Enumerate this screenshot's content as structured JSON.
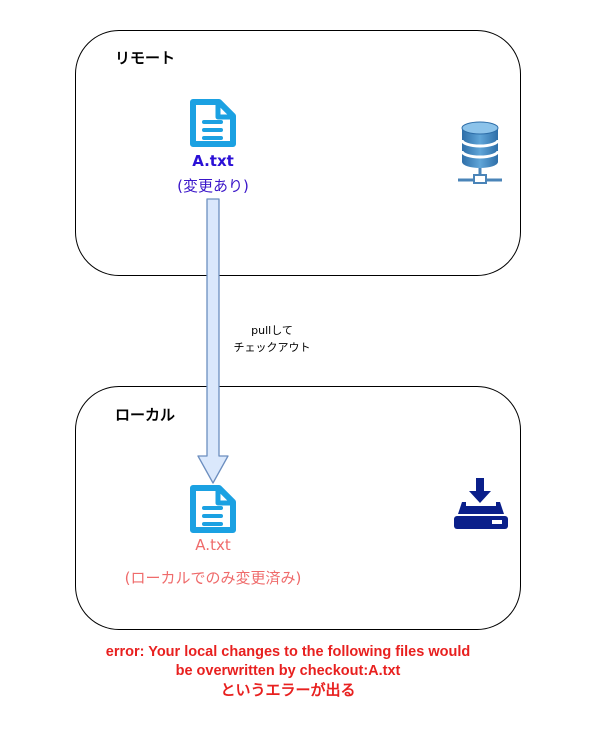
{
  "remote": {
    "label": "リモート",
    "file_name": "A.txt",
    "file_note": "(変更あり)",
    "file_icon": "document-icon",
    "server_icon": "database-server-icon"
  },
  "arrow": {
    "label_line1": "pullして",
    "label_line2": "チェックアウト"
  },
  "local": {
    "label": "ローカル",
    "file_name": "A.txt",
    "file_note": "(ローカルでのみ変更済み)",
    "file_icon": "document-icon",
    "download_icon": "download-drive-icon"
  },
  "error": {
    "line1": "error: Your local changes to the following files would",
    "line2": "be overwritten by checkout:A.txt",
    "line3": "というエラーが出る"
  },
  "colors": {
    "remote_file_name": "#2b10d6",
    "remote_file_note": "#3b16c9",
    "local_text": "#ef6b6b",
    "error_text": "#e8201f",
    "arrow_fill": "#dae8fc",
    "arrow_stroke": "#6c8ebf",
    "file_icon": "#1ba1e2",
    "drive_icon": "#0a1f8a"
  }
}
